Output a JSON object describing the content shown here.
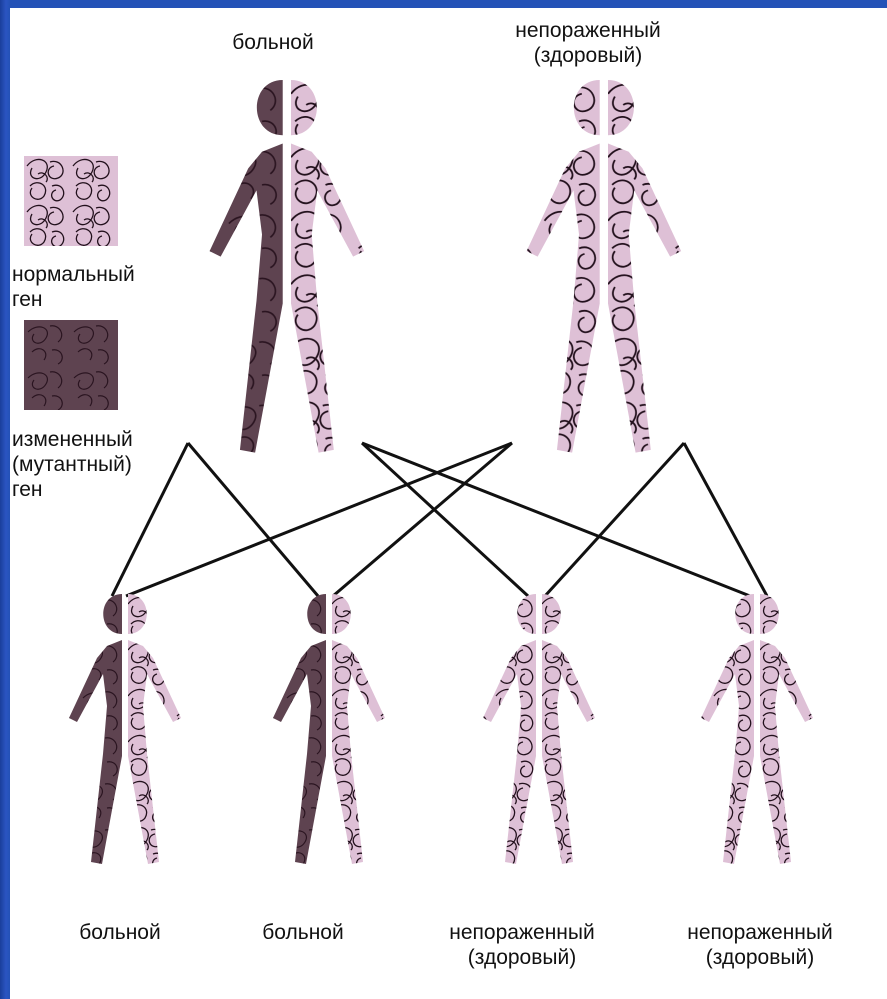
{
  "diagram": {
    "parents": [
      {
        "label_lines": [
          "больной"
        ]
      },
      {
        "label_lines": [
          "непораженный",
          "(здоровый)"
        ]
      }
    ],
    "children": [
      {
        "label_lines": [
          "больной"
        ]
      },
      {
        "label_lines": [
          "больной"
        ]
      },
      {
        "label_lines": [
          "непораженный",
          "(здоровый)"
        ]
      },
      {
        "label_lines": [
          "непораженный",
          "(здоровый)"
        ]
      }
    ],
    "legend": {
      "normal": {
        "lines": [
          "нормальный",
          "ген"
        ]
      },
      "mutant": {
        "lines": [
          "измененный",
          "(мутантный)",
          "ген"
        ]
      }
    }
  },
  "colors": {
    "normal_gene": "#dec0d6",
    "mutant_gene": "#5e4350",
    "scribble": "#22101c",
    "background_border": "#2347a3"
  }
}
